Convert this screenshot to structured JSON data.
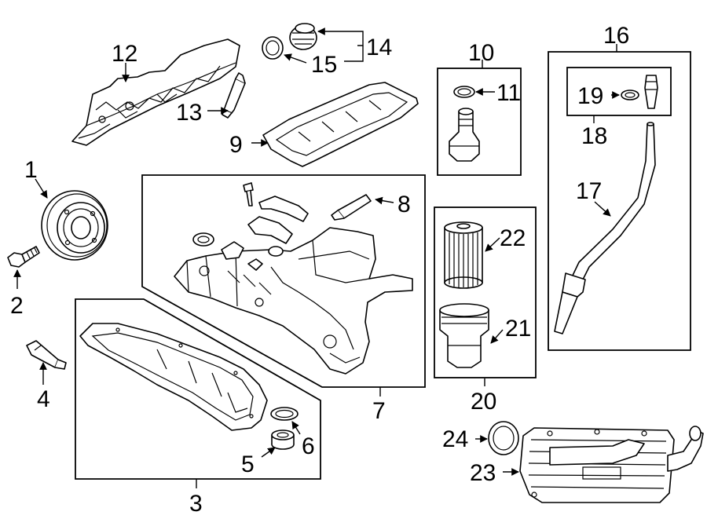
{
  "callouts": {
    "c1": "1",
    "c2": "2",
    "c3": "3",
    "c4": "4",
    "c5": "5",
    "c6": "6",
    "c7": "7",
    "c8": "8",
    "c9": "9",
    "c10": "10",
    "c11": "11",
    "c12": "12",
    "c13": "13",
    "c14": "14",
    "c15": "15",
    "c16": "16",
    "c17": "17",
    "c18": "18",
    "c19": "19",
    "c20": "20",
    "c21": "21",
    "c22": "22",
    "c23": "23",
    "c24": "24"
  }
}
